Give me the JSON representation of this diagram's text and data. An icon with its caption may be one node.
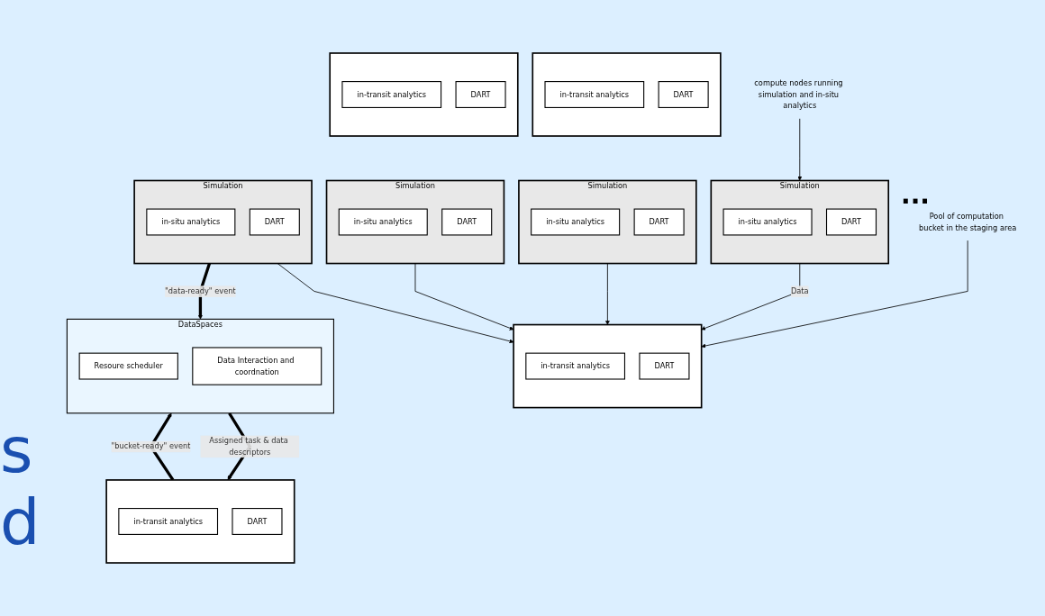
{
  "diagram": {
    "nodes": [
      {
        "text": [
          "compute nodes running simulation and in-situ analytics"
        ]
      },
      {
        "text": [
          "Simulation"
        ]
      },
      {
        "text": [
          "in-situ analytics"
        ],
        "in": 1
      },
      {
        "text": [
          "DART"
        ],
        "in": 1
      },
      {
        "text": [
          "Simulation"
        ]
      },
      {
        "text": [
          "in-situ analytics"
        ],
        "in": 4
      },
      {
        "text": [
          "DART"
        ],
        "in": 4
      },
      {
        "text": [
          "Simulation"
        ]
      },
      {
        "text": [
          "in-situ analytics"
        ],
        "in": 7
      },
      {
        "text": [
          "DART"
        ],
        "in": 7
      },
      {
        "text": [
          "Simulation"
        ]
      },
      {
        "text": [
          "in-situ analytics"
        ],
        "in": 10
      },
      {
        "text": [
          "DART"
        ],
        "in": 10
      },
      {
        "text": [
          "Pool of computation bucket in the staging area"
        ]
      },
      {
        "text": [],
        "shape": "box"
      },
      {
        "text": [
          "in-transit analytics"
        ],
        "in": 14
      },
      {
        "text": [
          "DART"
        ],
        "in": 14
      },
      {
        "text": [],
        "shape": "box"
      },
      {
        "text": [
          "in-transit analytics"
        ],
        "in": 17
      },
      {
        "text": [
          "DART"
        ],
        "in": 17
      },
      {
        "text": [],
        "shape": "box"
      },
      {
        "text": [
          "in-transit analytics"
        ],
        "in": 20
      },
      {
        "text": [
          "DART"
        ],
        "in": 20
      },
      {
        "text": [],
        "shape": "box"
      },
      {
        "text": [
          "in-transit analytics"
        ],
        "in": 23
      },
      {
        "text": [
          "DART"
        ],
        "in": 23
      },
      {
        "text": [
          "DataSpaces"
        ]
      },
      {
        "text": [
          "Resoure scheduler"
        ],
        "in": 26
      },
      {
        "text": [
          "Data Interaction and coordnation"
        ],
        "in": 26
      }
    ],
    "edges": [
      {
        "from": 0,
        "to": 10,
        "arrow": "to"
      },
      {
        "from": 13,
        "to": 14,
        "arrow": "to"
      },
      {
        "from": 10,
        "to": 14,
        "arrow": "to",
        "label": "Data"
      },
      {
        "from": 7,
        "to": 14,
        "arrow": "to"
      },
      {
        "from": 4,
        "to": 14,
        "arrow": "to"
      },
      {
        "from": 1,
        "to": 14,
        "arrow": "to"
      },
      {
        "from": 1,
        "to": 26,
        "arrow": "to",
        "label": "\"data-ready\" event",
        "style": "thick"
      },
      {
        "from": 23,
        "to": 26,
        "arrow": "to",
        "label": "\"bucket-ready\" event",
        "style": "thick"
      },
      {
        "from": 26,
        "to": 23,
        "arrow": "to",
        "label": "Assigned task & data descriptors",
        "style": "thick"
      }
    ],
    "labels": [
      "s",
      "d",
      "..."
    ]
  }
}
